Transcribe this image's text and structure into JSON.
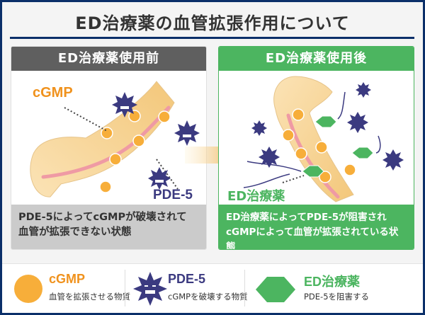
{
  "title": "ED治療薬の血管拡張作用について",
  "colors": {
    "navy": "#0b2f69",
    "before_header": "#5f5f5f",
    "after_green": "#4cb560",
    "cgmp_orange": "#f0921d",
    "cgmp_dot": "#f7ae3a",
    "pde_purple": "#3b3a80",
    "vessel": "#f6d58f",
    "vessel_line": "#ef9aa4"
  },
  "panels": {
    "before": {
      "header": "ED治療薬使用前",
      "label_cgmp": "cGMP",
      "label_pde": "PDE-5",
      "caption_line1": "PDE-5によってcGMPが破壊されて",
      "caption_line2": "血管が拡張できない状態"
    },
    "after": {
      "header": "ED治療薬使用後",
      "label_ed": "ED治療薬",
      "caption_line1": "ED治療薬によってPDE-5が阻害され",
      "caption_line2": "cGMPによって血管が拡張されている状態"
    }
  },
  "arrow_icon": "right-arrow-icon",
  "legend": [
    {
      "icon": "orange-circle-icon",
      "title": "cGMP",
      "desc": "血管を拡張させる物質"
    },
    {
      "icon": "spiky-virus-icon",
      "title": "PDE-5",
      "desc": "cGMPを破壊する物質"
    },
    {
      "icon": "green-hexagon-icon",
      "title": "ED治療薬",
      "desc": "PDE-5を阻害する"
    }
  ]
}
